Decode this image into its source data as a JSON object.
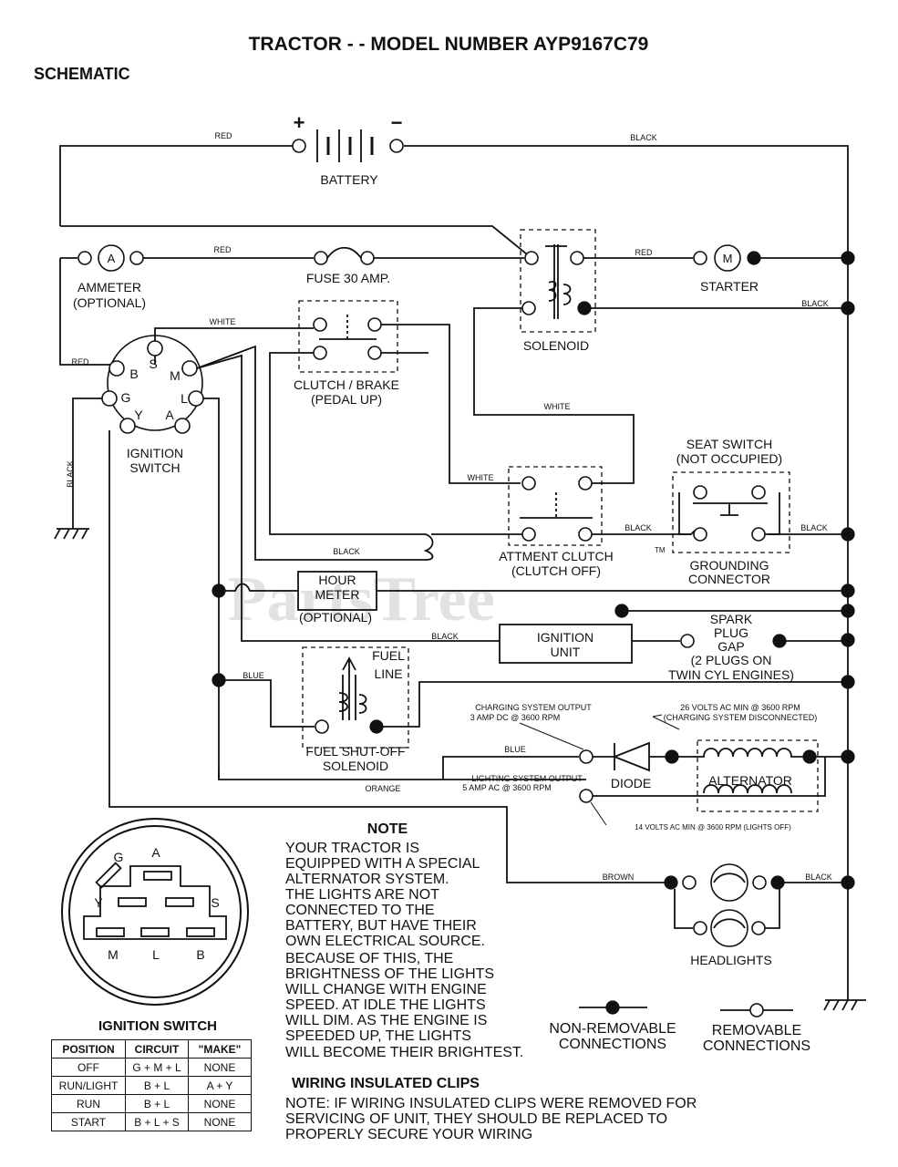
{
  "title": "TRACTOR - - MODEL NUMBER AYP9167C79",
  "subtitle": "SCHEMATIC",
  "watermark": "PartsTree",
  "trademark": "TM",
  "components": {
    "battery": "BATTERY",
    "battery_plus": "+",
    "battery_minus": "−",
    "ammeter": "AMMETER",
    "ammeter_opt": "(OPTIONAL)",
    "ammeter_symbol": "A",
    "fuse": "FUSE 30 AMP.",
    "solenoid": "SOLENOID",
    "starter": "STARTER",
    "starter_symbol": "M",
    "clutch_brake": "CLUTCH / BRAKE",
    "pedal_up": "(PEDAL UP)",
    "ignition_switch_1": "IGNITION",
    "ignition_switch_2": "SWITCH",
    "seat_switch": "SEAT SWITCH",
    "not_occupied": "(NOT OCCUPIED)",
    "attment_clutch": "ATTMENT CLUTCH",
    "clutch_off": "(CLUTCH OFF)",
    "grounding_1": "GROUNDING",
    "grounding_2": "CONNECTOR",
    "hour_1": "HOUR",
    "hour_2": "METER",
    "hour_3": "(OPTIONAL)",
    "ignition_unit_1": "IGNITION",
    "ignition_unit_2": "UNIT",
    "spark_1": "SPARK",
    "spark_2": "PLUG",
    "spark_3": "GAP",
    "spark_4": "(2 PLUGS ON",
    "spark_5": "TWIN CYL ENGINES)",
    "fuel_1": "FUEL",
    "fuel_2": "LINE",
    "fuel_sol_1": "FUEL SHUT-OFF",
    "fuel_sol_2": "SOLENOID",
    "diode": "DIODE",
    "alternator": "ALTERNATOR",
    "headlights": "HEADLIGHTS",
    "charging_1": "CHARGING SYSTEM OUTPUT",
    "charging_2": "3 AMP DC @ 3600 RPM",
    "lighting_1": "LIGHTING SYSTEM OUTPUT",
    "lighting_2": "5 AMP AC @ 3600 RPM",
    "volts26_1": "26 VOLTS AC MIN  @ 3600 RPM",
    "volts26_2": "(CHARGING SYSTEM DISCONNECTED)",
    "volts14": "14 VOLTS AC MIN  @ 3600 RPM (LIGHTS OFF)"
  },
  "terminals": {
    "b": "B",
    "s": "S",
    "m": "M",
    "g": "G",
    "l": "L",
    "y": "Y",
    "a": "A"
  },
  "wires": {
    "red": "RED",
    "black": "BLACK",
    "white": "WHITE",
    "blue": "BLUE",
    "orange": "ORANGE",
    "brown": "BROWN"
  },
  "note": {
    "heading": "NOTE",
    "lines": [
      "YOUR TRACTOR IS",
      "EQUIPPED WITH A SPECIAL",
      "ALTERNATOR SYSTEM.",
      "THE LIGHTS ARE NOT",
      "CONNECTED TO THE",
      "BATTERY, BUT HAVE THEIR",
      "OWN ELECTRICAL SOURCE.",
      "BECAUSE OF THIS, THE",
      "BRIGHTNESS OF THE LIGHTS",
      "WILL CHANGE WITH ENGINE",
      "SPEED.  AT IDLE THE LIGHTS",
      "WILL DIM.  AS THE ENGINE IS",
      "SPEEDED UP, THE LIGHTS",
      "WILL BECOME THEIR BRIGHTEST."
    ]
  },
  "legend": {
    "nonremovable_1": "NON-REMOVABLE",
    "nonremovable_2": "CONNECTIONS",
    "removable_1": "REMOVABLE",
    "removable_2": "CONNECTIONS"
  },
  "clips": {
    "heading": "WIRING INSULATED CLIPS",
    "lines": [
      "NOTE: IF WIRING INSULATED CLIPS WERE REMOVED FOR",
      "SERVICING OF UNIT, THEY SHOULD BE REPLACED TO",
      "PROPERLY SECURE YOUR WIRING"
    ]
  },
  "switch_face": {
    "title": "IGNITION SWITCH",
    "labels": {
      "g": "G",
      "a": "A",
      "y": "Y",
      "s": "S",
      "m": "M",
      "l": "L",
      "b": "B"
    }
  },
  "switch_table": {
    "headers": [
      "POSITION",
      "CIRCUIT",
      "\"MAKE\""
    ],
    "rows": [
      [
        "OFF",
        "G + M + L",
        "NONE"
      ],
      [
        "RUN/LIGHT",
        "B + L",
        "A + Y"
      ],
      [
        "RUN",
        "B + L",
        "NONE"
      ],
      [
        "START",
        "B + L + S",
        "NONE"
      ]
    ]
  }
}
